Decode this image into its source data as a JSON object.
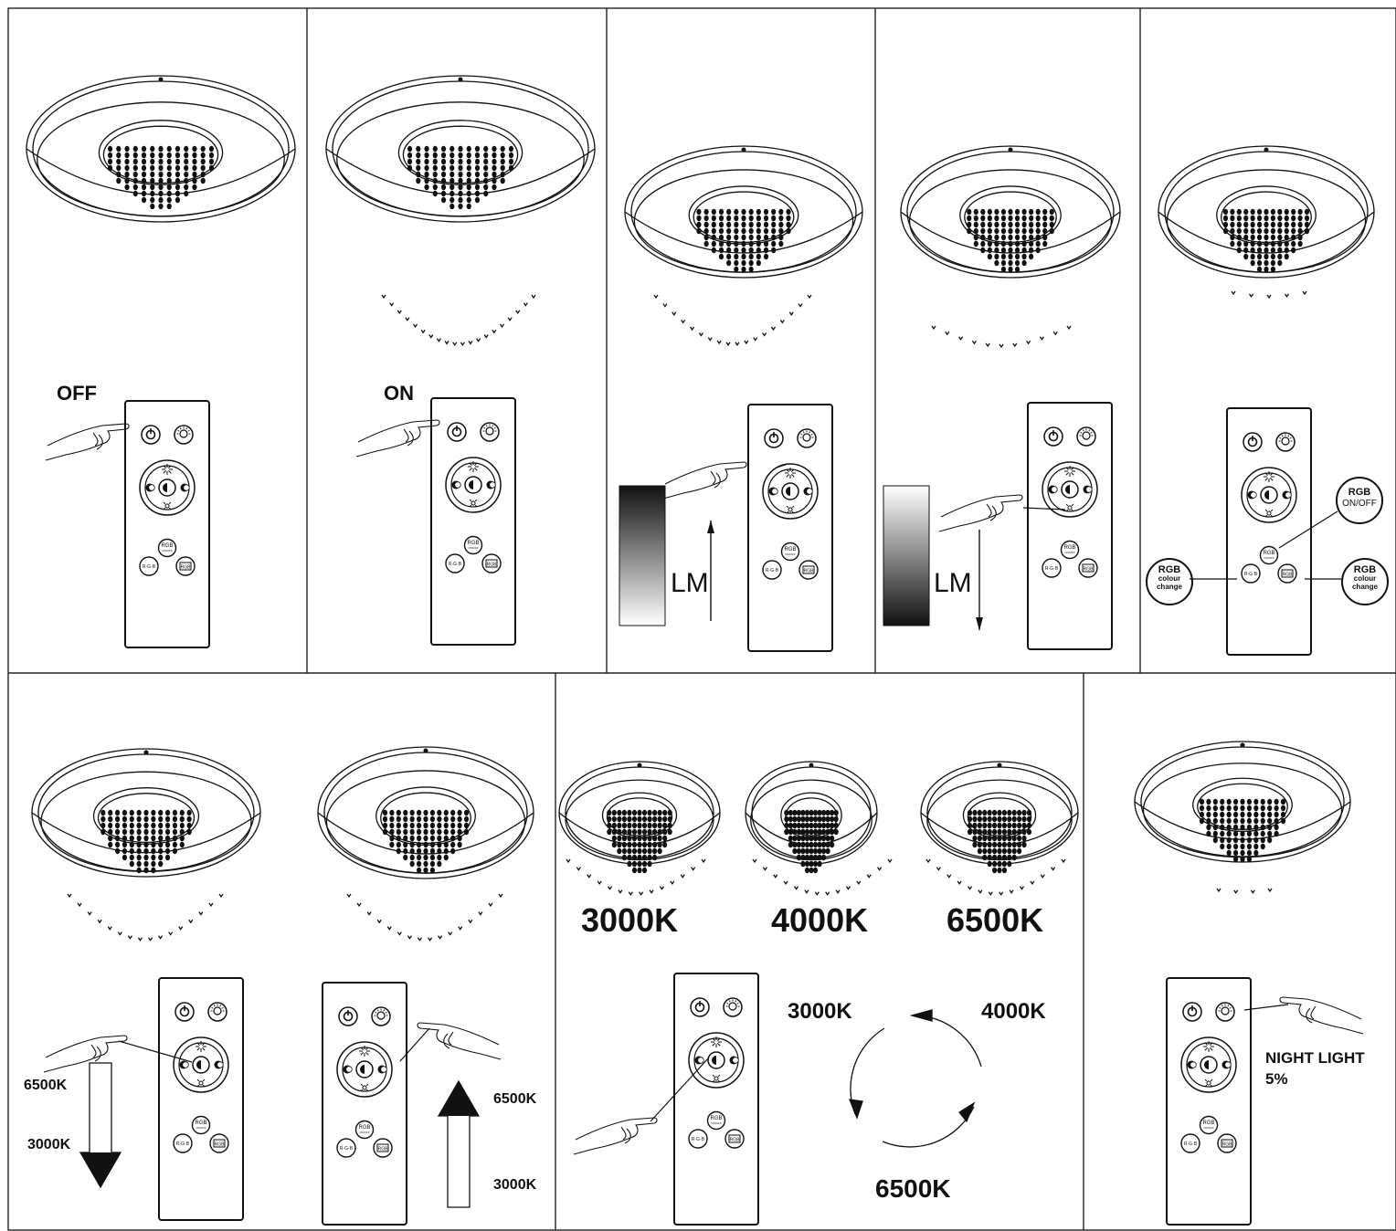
{
  "panels": {
    "off": {
      "label": "OFF"
    },
    "on": {
      "label": "ON"
    },
    "brightness_up": {
      "label": "LM"
    },
    "brightness_down": {
      "label": "LM"
    },
    "rgb": {
      "onoff_title": "RGB",
      "onoff_sub": "ON/OFF",
      "change_left_title": "RGB",
      "change_left_sub1": "colour",
      "change_left_sub2": "change",
      "change_right_title": "RGB",
      "change_right_sub1": "colour",
      "change_right_sub2": "change"
    },
    "cct_down": {
      "top": "6500K",
      "bottom": "3000K"
    },
    "cct_up": {
      "top": "6500K",
      "bottom": "3000K"
    },
    "cct_cycle": {
      "lamp1": "3000K",
      "lamp2": "4000K",
      "lamp3": "6500K",
      "cycle_left": "3000K",
      "cycle_right": "4000K",
      "cycle_bottom": "6500K"
    },
    "night_light": {
      "line1": "NIGHT LIGHT",
      "line2": "5%"
    }
  },
  "remote": {
    "rgb_label": "RGB",
    "rgb_onoff": "ON/OFF",
    "rgb_cycle": "R·G·B",
    "rgb_mode": "RGB"
  },
  "icons": [
    "power-icon",
    "bulb-icon",
    "sun-bright-icon",
    "sun-dim-icon",
    "half-circle-icon",
    "minus-icon",
    "plus-icon",
    "hand-pointer-icon"
  ],
  "colors": {
    "line": "#111111",
    "fill_dark": "#111111",
    "background": "#ffffff"
  }
}
